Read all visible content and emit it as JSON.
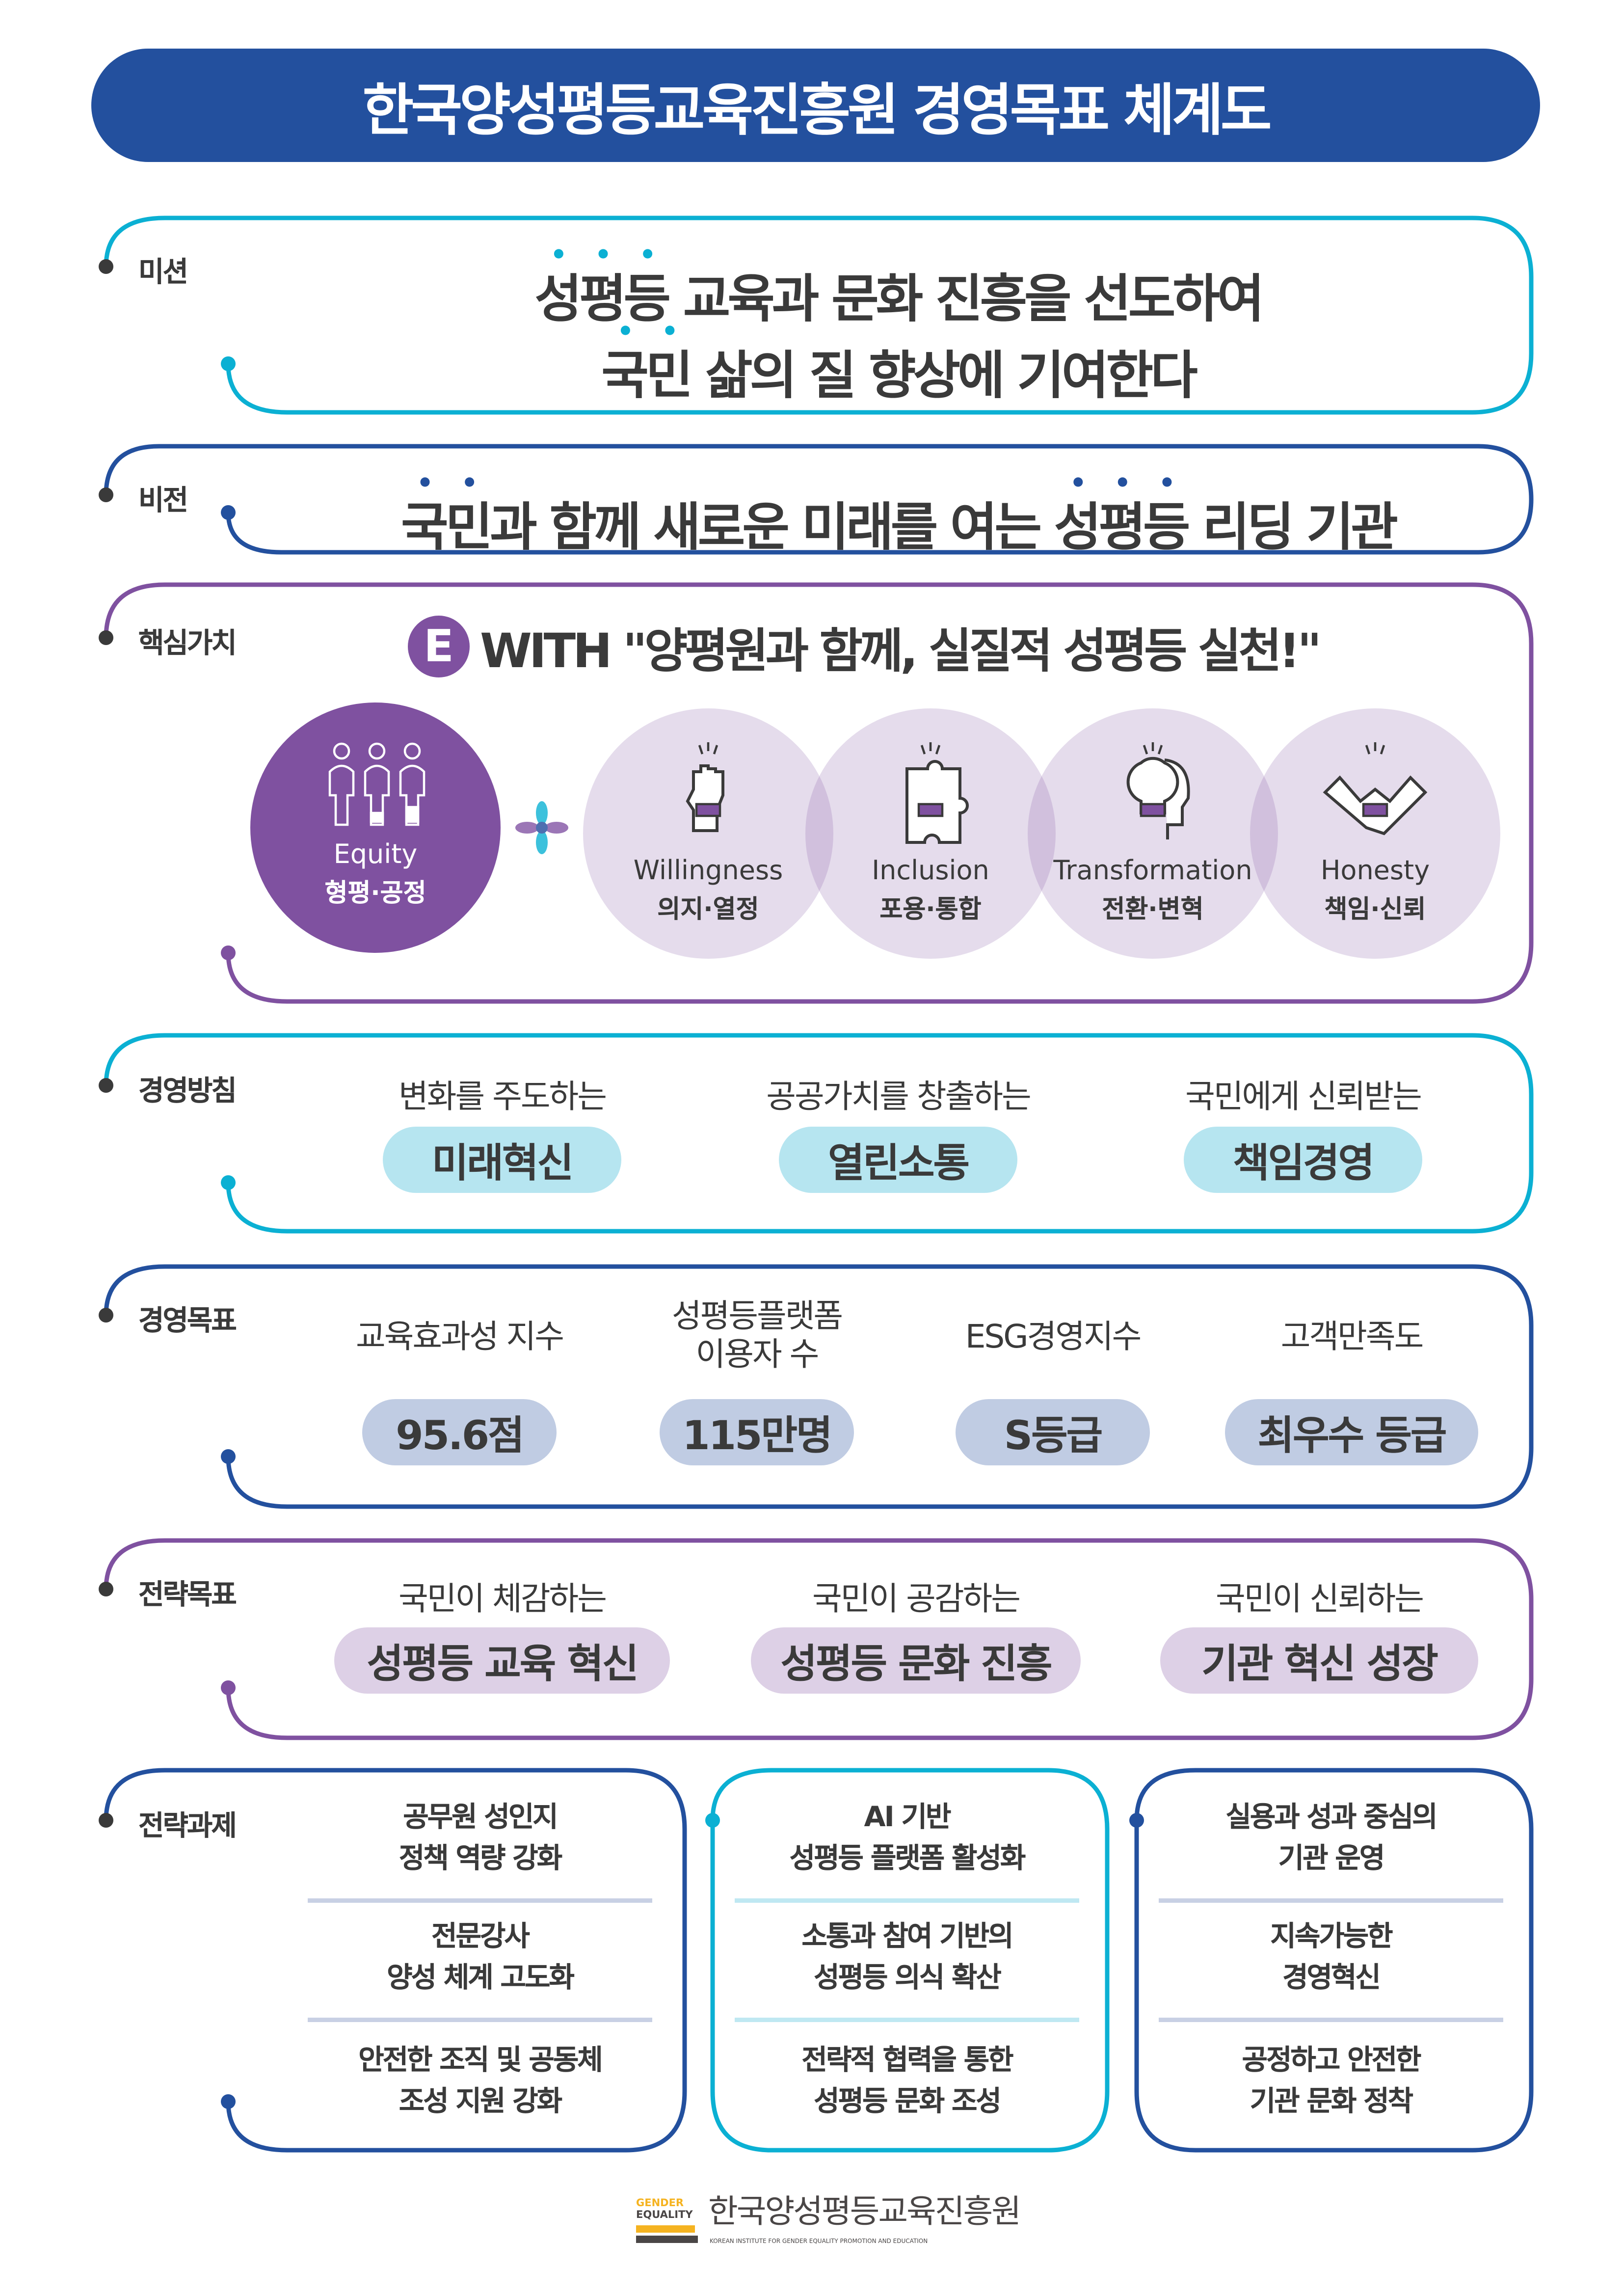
{
  "title": "한국양성평등교육진흥원 경영목표 체계도",
  "colors": {
    "navy": "#23509e",
    "cyan": "#0bb0d3",
    "purple": "#7f51a0",
    "text": "#3a3a3a"
  },
  "mission": {
    "label": "미션",
    "line1_em": "성평등",
    "line1_rest": " 교육과 문화 진흥을 선도하여",
    "line2_em": "국민",
    "line2_rest": " 삶의 질 향상에 기여한다"
  },
  "vision": {
    "label": "비전",
    "part1_em": "국민",
    "part2": "과 함께 새로운 미래를 여는 ",
    "part3_em": "성평등",
    "part4": " 리딩 기관"
  },
  "core_values": {
    "label": "핵심가치",
    "badge": "E",
    "slogan": "WITH \"양평원과 함께, 실질적 성평등 실천!\"",
    "equity": {
      "name": "Equity",
      "kor": "형평·공정"
    },
    "items": [
      {
        "name": "Willingness",
        "kor": "의지·열정",
        "icon": "raised-fist-icon"
      },
      {
        "name": "Inclusion",
        "kor": "포용·통합",
        "icon": "puzzle-icon"
      },
      {
        "name": "Transformation",
        "kor": "전환·변혁",
        "icon": "lightbulb-head-icon"
      },
      {
        "name": "Honesty",
        "kor": "책임·신뢰",
        "icon": "handshake-icon"
      }
    ]
  },
  "policy": {
    "label": "경영방침",
    "items": [
      {
        "sub": "변화를 주도하는",
        "value": "미래혁신"
      },
      {
        "sub": "공공가치를 창출하는",
        "value": "열린소통"
      },
      {
        "sub": "국민에게 신뢰받는",
        "value": "책임경영"
      }
    ]
  },
  "goals": {
    "label": "경영목표",
    "items": [
      {
        "sub": "교육효과성 지수",
        "value": "95.6점"
      },
      {
        "sub": "성평등플랫폼\n이용자 수",
        "value": "115만명"
      },
      {
        "sub": "ESG경영지수",
        "value": "S등급"
      },
      {
        "sub": "고객만족도",
        "value": "최우수 등급"
      }
    ]
  },
  "strategy": {
    "label": "전략목표",
    "items": [
      {
        "sub": "국민이 체감하는",
        "value": "성평등 교육 혁신"
      },
      {
        "sub": "국민이 공감하는",
        "value": "성평등 문화 진흥"
      },
      {
        "sub": "국민이 신뢰하는",
        "value": "기관 혁신 성장"
      }
    ]
  },
  "tasks": {
    "label": "전략과제",
    "columns": [
      [
        "공무원 성인지\n정책 역량 강화",
        "전문강사\n양성 체계 고도화",
        "안전한 조직 및 공동체\n조성 지원 강화"
      ],
      [
        "AI 기반\n성평등 플랫폼 활성화",
        "소통과 참여 기반의\n성평등 의식 확산",
        "전략적 협력을 통한\n성평등 문화 조성"
      ],
      [
        "실용과 성과 중심의\n기관 운영",
        "지속가능한\n경영혁신",
        "공정하고 안전한\n기관 문화 정착"
      ]
    ]
  },
  "footer": {
    "logo_top": "GENDER",
    "logo_bottom": "EQUALITY",
    "org_name": "한국양성평등교육진흥원",
    "org_name_en": "KOREAN INSTITUTE FOR GENDER EQUALITY PROMOTION AND EDUCATION"
  }
}
